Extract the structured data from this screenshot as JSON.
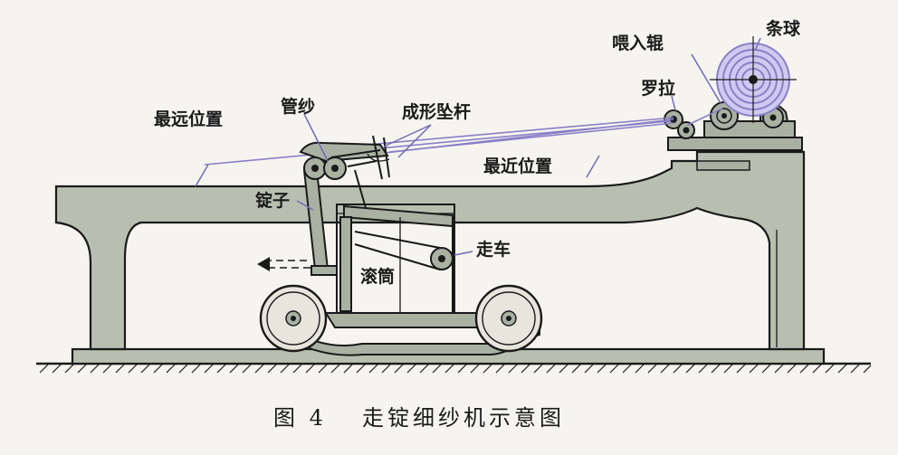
{
  "caption": {
    "number": "图 4",
    "title": "走锭细纱机示意图"
  },
  "labels": {
    "tiaoqiu": "条球",
    "weiru_gun": "喂入辊",
    "luola": "罗拉",
    "guansha": "管纱",
    "chengxing_zhuigan": "成形坠杆",
    "zuiyuan_weizhi": "最远位置",
    "zuijin_weizhi": "最近位置",
    "dingzi": "锭子",
    "zouche": "走车",
    "guntong": "滚筒"
  },
  "colors": {
    "yarn": "#8a7fc7",
    "frame": "#b9bfb0",
    "ink": "#1a1a1a",
    "paper": "#f6f4ef"
  }
}
